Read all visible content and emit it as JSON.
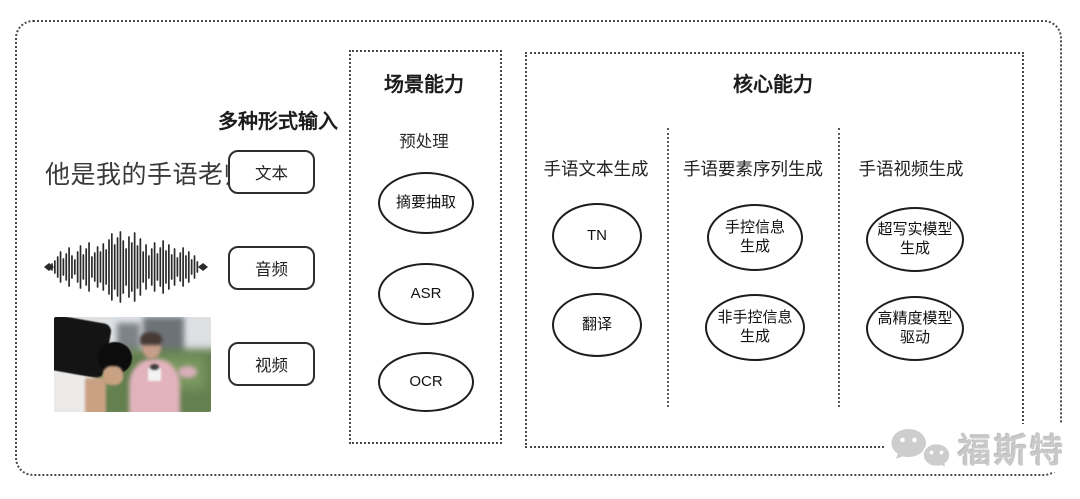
{
  "input_section": {
    "title": "多种形式输入",
    "sample_text": "他是我的手语老师",
    "items": [
      {
        "label": "文本"
      },
      {
        "label": "音频"
      },
      {
        "label": "视频"
      }
    ]
  },
  "scene_box": {
    "title": "场景能力",
    "subtitle": "预处理",
    "nodes": [
      "摘要抽取",
      "ASR",
      "OCR"
    ]
  },
  "core_box": {
    "title": "核心能力",
    "columns": [
      {
        "header": "手语文本生成",
        "nodes": [
          "TN",
          "翻译"
        ]
      },
      {
        "header": "手语要素序列生成",
        "nodes": [
          "手控信息\n生成",
          "非手控信息\n生成"
        ]
      },
      {
        "header": "手语视频生成",
        "nodes": [
          "超写实模型\n生成",
          "高精度模型\n驱动"
        ]
      }
    ]
  },
  "watermark": {
    "name": "福斯特",
    "icon": "wechat-chat-bubbles"
  },
  "colors": {
    "stroke": "#2e2e2e",
    "dotted_border": "#4a4a4a",
    "watermark": "#c9c9c9"
  }
}
